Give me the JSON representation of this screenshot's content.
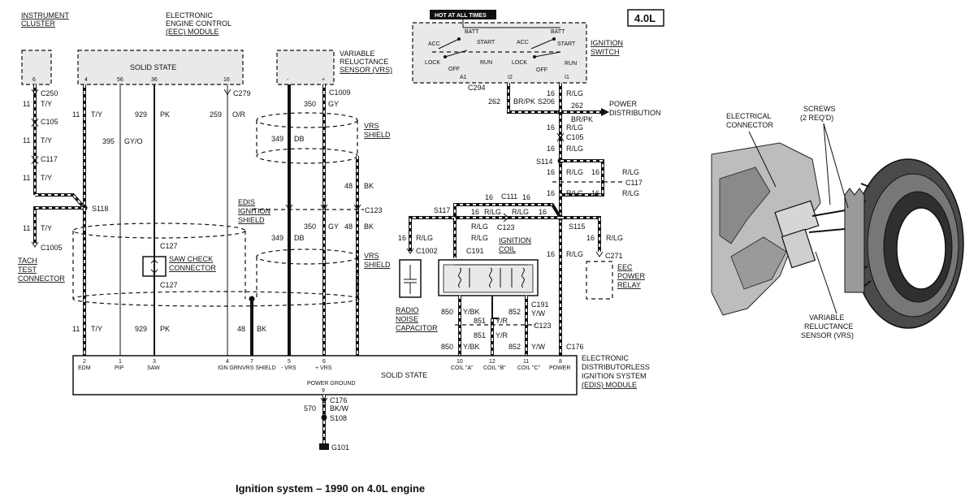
{
  "engine_badge": "4.0L",
  "caption": "Ignition system – 1990 on 4.0L engine",
  "components": {
    "instrument_cluster": [
      "INSTRUMENT",
      "CLUSTER"
    ],
    "eec_module": [
      "ELECTRONIC",
      "ENGINE CONTROL",
      "(EEC) MODULE"
    ],
    "eec_solid_state": "SOLID STATE",
    "vrs": [
      "VARIABLE",
      "RELUCTANCE",
      "SENSOR (VRS)"
    ],
    "hot_at_all_times": "HOT AT ALL TIMES",
    "ignition_switch": [
      "IGNITION",
      "SWITCH"
    ],
    "power_distribution": [
      "POWER",
      "DISTRIBUTION"
    ],
    "vrs_shield_top": [
      "VRS",
      "SHIELD"
    ],
    "edis_ignition_shield": [
      "EDIS",
      "IGNITION",
      "SHIELD"
    ],
    "vrs_shield_bottom": [
      "VRS",
      "SHIELD"
    ],
    "tach_test": [
      "TACH",
      "TEST",
      "CONNECTOR"
    ],
    "saw_check": [
      "SAW CHECK",
      "CONNECTOR"
    ],
    "radio_capacitor": [
      "RADIO",
      "NOISE",
      "CAPACITOR"
    ],
    "ignition_coil": [
      "IGNITION",
      "COIL"
    ],
    "eec_power_relay": [
      "EEC",
      "POWER",
      "RELAY"
    ],
    "edis_module": [
      "ELECTRONIC",
      "DISTRIBUTORLESS",
      "IGNITION SYSTEM",
      "(EDIS) MODULE"
    ],
    "edis_solid_state": "SOLID STATE",
    "power_ground": "POWER GROUND",
    "photo_electrical_connector": [
      "ELECTRICAL",
      "CONNECTOR"
    ],
    "photo_screws": [
      "SCREWS",
      "(2 REQ'D)"
    ],
    "photo_vrs": [
      "VARIABLE",
      "RELUCTANCE",
      "SENSOR (VRS)"
    ]
  },
  "switch_labels": {
    "batt": "BATT",
    "acc": "ACC",
    "start": "START",
    "lock": "LOCK",
    "run": "RUN",
    "off": "OFF",
    "a1": "A1",
    "i2": "I2",
    "i1": "I1"
  },
  "connectors": {
    "c250": "C250",
    "c105": "C105",
    "c117": "C117",
    "s118": "S118",
    "c1005": "C1005",
    "c279": "C279",
    "c1009": "C1009",
    "c127": "C127",
    "c123": "C123",
    "c294": "C294",
    "s206": "S206",
    "s114": "S114",
    "c111": "C111",
    "s117": "S117",
    "s115": "S115",
    "c1002": "C1002",
    "c191": "C191",
    "c271": "C271",
    "c176": "C176",
    "s108": "S108",
    "g101": "G101"
  },
  "eec_pins": [
    "6",
    "4",
    "56",
    "36",
    "16",
    "-",
    "+"
  ],
  "edis_pins": [
    {
      "num": "2",
      "name": "EDM"
    },
    {
      "num": "1",
      "name": "PIP"
    },
    {
      "num": "3",
      "name": "SAW"
    },
    {
      "num": "4",
      "name": "IGN GRN"
    },
    {
      "num": "7",
      "name": "VRS SHIELD"
    },
    {
      "num": "5",
      "name": "- VRS"
    },
    {
      "num": "6",
      "name": "+ VRS"
    },
    {
      "num": "10",
      "name": "COIL \"A\""
    },
    {
      "num": "12",
      "name": "COIL \"B\""
    },
    {
      "num": "11",
      "name": "COIL \"C\""
    },
    {
      "num": "8",
      "name": "POWER"
    }
  ],
  "power_ground_pin": "9",
  "wires": {
    "ty11": "11",
    "ty": "T/Y",
    "gyo395": "395",
    "gyo": "GY/O",
    "pk929": "929",
    "pk": "PK",
    "or259": "259",
    "or": "O/R",
    "gy350": "350",
    "gy": "GY",
    "db349": "349",
    "db": "DB",
    "bk48": "48",
    "bk": "BK",
    "brpk262": "262",
    "brpk": "BR/PK",
    "rlg16": "16",
    "rlg": "R/LG",
    "ybk850": "850",
    "ybk": "Y/BK",
    "yr851": "851",
    "yr": "Y/R",
    "yw852": "852",
    "yw": "Y/W",
    "bkw570": "570",
    "bkw": "BK/W"
  }
}
